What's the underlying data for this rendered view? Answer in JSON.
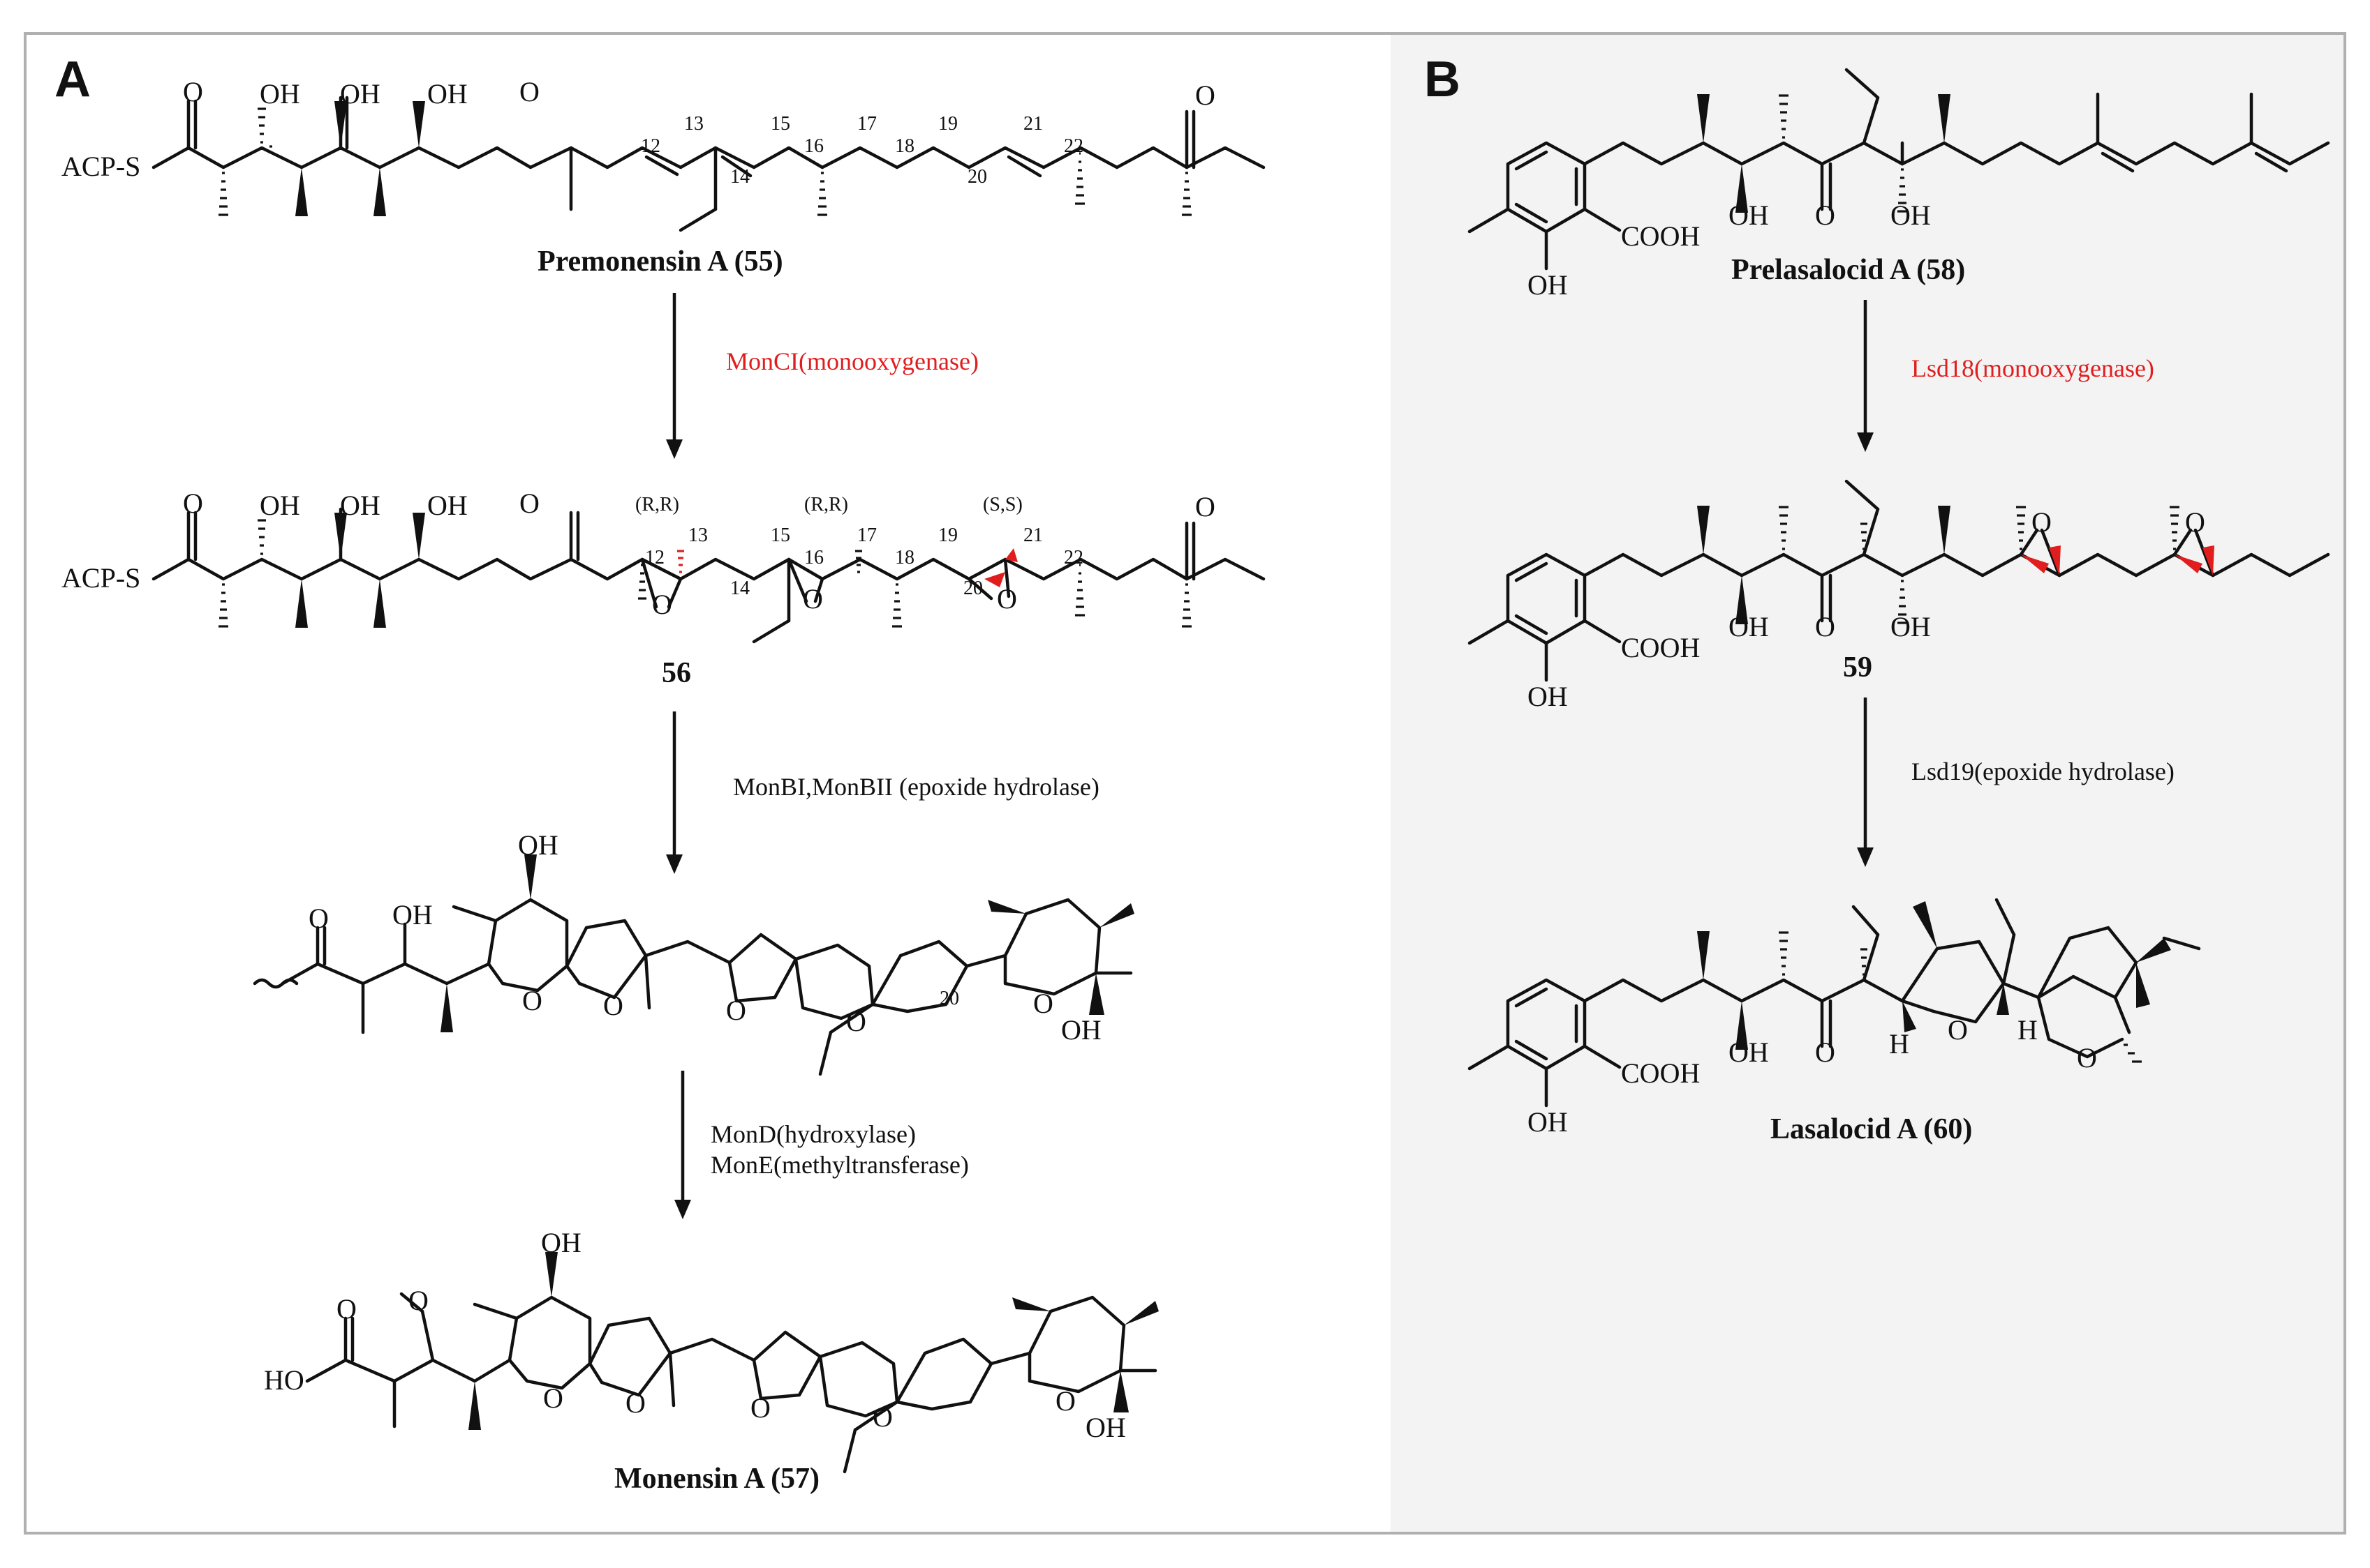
{
  "panels": {
    "A": {
      "letter": "A",
      "compound_55": {
        "title": "Premonensin A (55)",
        "acp": "ACP-S",
        "oh": "OH",
        "o": "O",
        "locants": [
          "12",
          "13",
          "14",
          "15",
          "16",
          "17",
          "18",
          "19",
          "20",
          "21",
          "22"
        ]
      },
      "step_1": {
        "enzyme": "MonCI(monooxygenase)",
        "color": "#e01e1e"
      },
      "compound_56": {
        "title": "56",
        "acp": "ACP-S",
        "oh": "OH",
        "o": "O",
        "stereo_labels": [
          "(R,R)",
          "(R,R)",
          "(S,S)"
        ],
        "locants": [
          "12",
          "13",
          "14",
          "15",
          "16",
          "17",
          "18",
          "19",
          "20",
          "21",
          "22"
        ]
      },
      "step_2": {
        "enzyme": "MonBI,MonBII (epoxide hydrolase)"
      },
      "intermediate": {
        "oh": "OH",
        "o": "O",
        "locant_20": "20"
      },
      "step_3": {
        "enzyme_line_1": "MonD(hydroxylase)",
        "enzyme_line_2": "MonE(methyltransferase)"
      },
      "compound_57": {
        "title": "Monensin A (57)",
        "ho": "HO",
        "oh": "OH",
        "o": "O"
      }
    },
    "B": {
      "letter": "B",
      "compound_58": {
        "title": "Prelasalocid A (58)",
        "cooh": "COOH",
        "oh": "OH",
        "o": "O"
      },
      "step_1": {
        "enzyme": "Lsd18(monooxygenase)",
        "color": "#e01e1e"
      },
      "compound_59": {
        "title": "59",
        "cooh": "COOH",
        "oh": "OH",
        "o": "O"
      },
      "step_2": {
        "enzyme": "Lsd19(epoxide hydrolase)"
      },
      "compound_60": {
        "title": "Lasalocid A (60)",
        "cooh": "COOH",
        "oh": "OH",
        "o": "O",
        "h": "H"
      }
    }
  },
  "colors": {
    "panel_b_background": "#f3f3f3",
    "border": "#b0b0b0",
    "highlight": "#e01e1e"
  }
}
